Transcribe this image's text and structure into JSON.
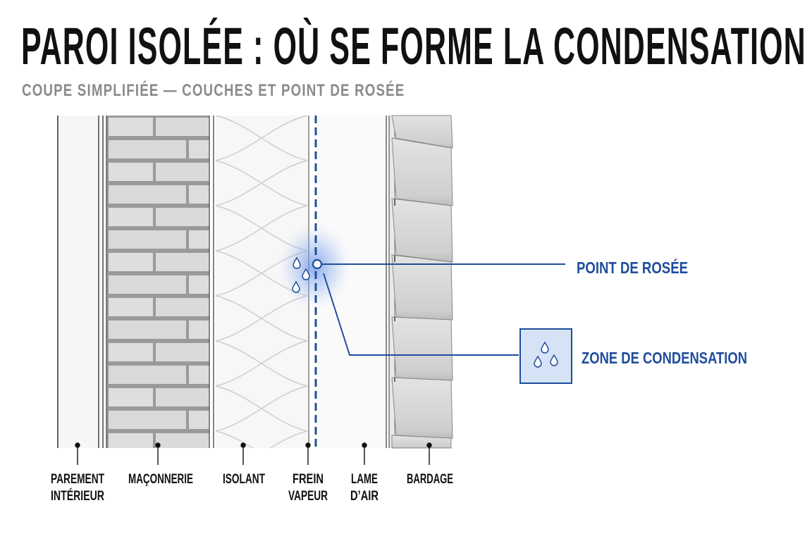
{
  "header": {
    "title": "PAROI ISOLÉE : OÙ SE FORME LA CONDENSATION ?",
    "subtitle": "COUPE SIMPLIFIÉE — COUCHES ET POINT DE ROSÉE"
  },
  "layers": [
    {
      "id": "parement",
      "label_lines": [
        "PAREMENT",
        "INTÉRIEUR"
      ]
    },
    {
      "id": "maconnerie",
      "label_lines": [
        "MAÇONNERIE"
      ]
    },
    {
      "id": "isolant",
      "label_lines": [
        "ISOLANT"
      ]
    },
    {
      "id": "frein-vapeur",
      "label_lines": [
        "FREIN",
        "VAPEUR"
      ]
    },
    {
      "id": "lame-air",
      "label_lines": [
        "LAME",
        "D’AIR"
      ]
    },
    {
      "id": "bardage",
      "label_lines": [
        "BARDAGE"
      ]
    }
  ],
  "callouts": {
    "point_rosee": "POINT DE ROSÉE",
    "zone_condensation": "ZONE DE CONDENSATION"
  },
  "colors": {
    "accent": "#1f4e9c",
    "glow": "#6f96e8",
    "ink": "#111111",
    "subtitle": "#8a8a8a",
    "brick": "#dcdcdc",
    "mortar": "#9a9a9a",
    "siding": "#d6d6d6"
  },
  "icons": [
    "water-drop-icon"
  ]
}
